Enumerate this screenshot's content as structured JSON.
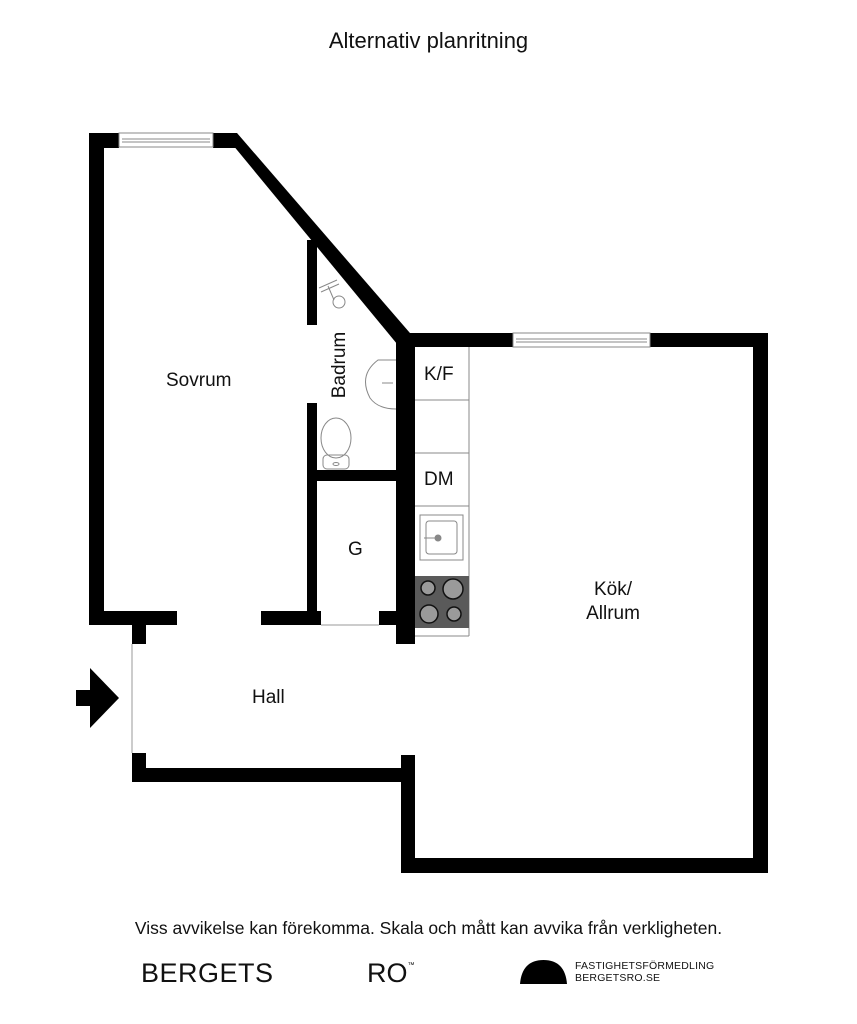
{
  "title": "Alternativ planritning",
  "rooms": {
    "sovrum": "Sovrum",
    "badrum": "Badrum",
    "kf": "K/F",
    "dm": "DM",
    "g": "G",
    "kok_line1": "Kök/",
    "kok_line2": "Allrum",
    "hall": "Hall"
  },
  "icons": {
    "entrance": "entrance-arrow-icon",
    "shower": "shower-icon",
    "washbasin": "washbasin-icon",
    "toilet": "toilet-icon",
    "sink": "kitchen-sink-icon",
    "stove": "stove-icon",
    "window": "window-icon"
  },
  "colors": {
    "wall": "#000000",
    "stove": "#5a5a5a",
    "burner": "#9a9a9a",
    "fixture_line": "#888888"
  },
  "footer": {
    "disclaimer": "Viss avvikelse kan förekomma. Skala och mått kan avvika från verkligheten.",
    "brand_left": "BERGETS",
    "brand_right": "RO",
    "brand_tm": "™",
    "agency_line1": "FASTIGHETSFÖRMEDLING",
    "agency_line2": "BERGETSRO.SE"
  }
}
